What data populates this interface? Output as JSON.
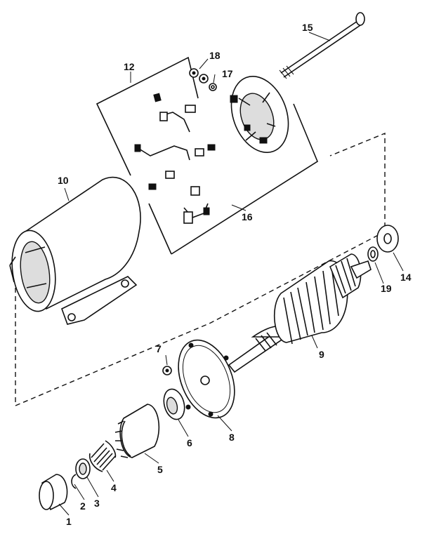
{
  "callouts": {
    "c1": "1",
    "c2": "2",
    "c3": "3",
    "c4": "4",
    "c5": "5",
    "c6": "6",
    "c7": "7",
    "c8": "8",
    "c9": "9",
    "c10": "10",
    "c12": "12",
    "c14": "14",
    "c15": "15",
    "c16": "16",
    "c17": "17",
    "c18": "18",
    "c19": "19"
  }
}
